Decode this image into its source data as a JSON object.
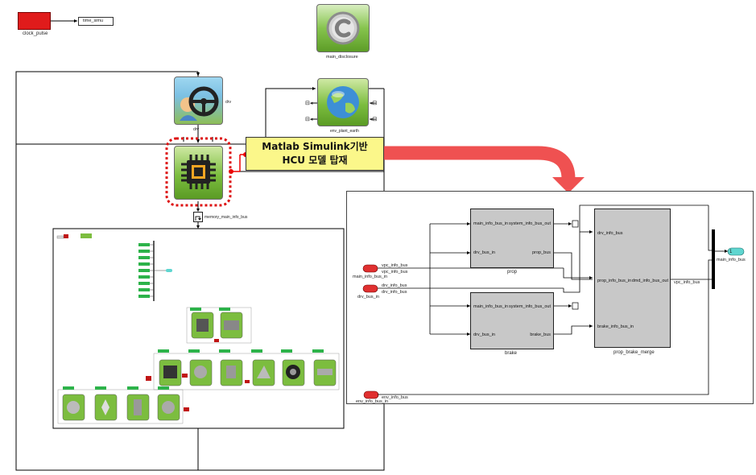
{
  "top": {
    "clock_block_label": "clock_pulse",
    "time_block_text": "time_simu",
    "copyright_label": "main_disclosure",
    "driver_label": "drv",
    "earth_label": "env_plant_earth",
    "memory_label": "memory_main_info_bus"
  },
  "callout": {
    "line1": "Matlab Simulink기반",
    "line2": "HCU 모델 탑재"
  },
  "inset": {
    "inports": [
      {
        "label": "main_info_bus_in",
        "signals": [
          "vpc_info_bus",
          "vpc_info_bus"
        ]
      },
      {
        "label": "drv_bus_in",
        "signals": [
          "drv_info_bus",
          "drv_info_bus"
        ]
      },
      {
        "label": "env_info_bus_in",
        "signals": [
          "env_info_bus"
        ]
      }
    ],
    "prop": {
      "name": "prop",
      "ports_in": [
        "main_info_bus_in",
        "drv_bus_in"
      ],
      "ports_out": [
        "system_info_bus_out",
        "prop_bus"
      ]
    },
    "brake": {
      "name": "brake",
      "ports_in": [
        "main_info_bus_in",
        "drv_bus_in"
      ],
      "ports_out": [
        "system_info_bus_out",
        "brake_bus"
      ]
    },
    "merge": {
      "name": "prop_brake_merge",
      "ports_in": [
        "drv_info_bus",
        "prop_info_bus_in",
        "brake_info_bus_in"
      ],
      "port_out": "dmd_info_bus_out"
    },
    "vpc_label": "vpc_info_bus",
    "outport_number": "1",
    "outport_label": "main_info_bus"
  },
  "colors": {
    "accent_red": "#e84b4b",
    "callout_yellow": "#fbf78a",
    "block_green": "#6fb33a",
    "outport_cyan": "#5fd6d0"
  }
}
